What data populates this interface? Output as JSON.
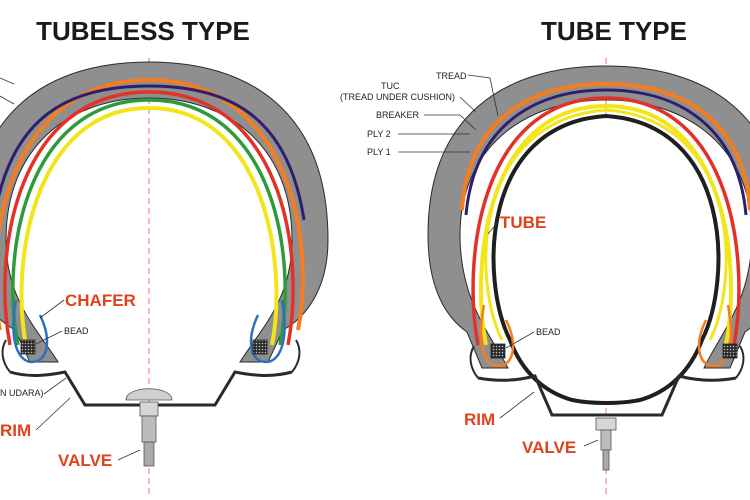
{
  "colors": {
    "tread": "#8f8f8f",
    "tuc": "#f57c1f",
    "breaker": "#2e1f6e",
    "ply2": "#e23228",
    "ply1": "#2c9b3c",
    "inner_liner": "#f2e51b",
    "tube": "#f2e51b",
    "rim": "#2a2a2a",
    "label_accent": "#e0431b",
    "centerline": "#e27a6a"
  },
  "left": {
    "title": "TUBELESS TYPE",
    "labels": {
      "chafer": "CHAFER",
      "bead": "BEAD",
      "partial_label": "N UDARA)",
      "rim": "RIM",
      "valve": "VALVE"
    }
  },
  "right": {
    "title": "TUBE TYPE",
    "labels": {
      "tread": "TREAD",
      "tuc": "TUC",
      "tuc_full": "(TREAD UNDER CUSHION)",
      "breaker": "BREAKER",
      "ply2": "PLY 2",
      "ply1": "PLY 1",
      "tube": "TUBE",
      "bead": "BEAD",
      "rim": "RIM",
      "valve": "VALVE"
    }
  }
}
